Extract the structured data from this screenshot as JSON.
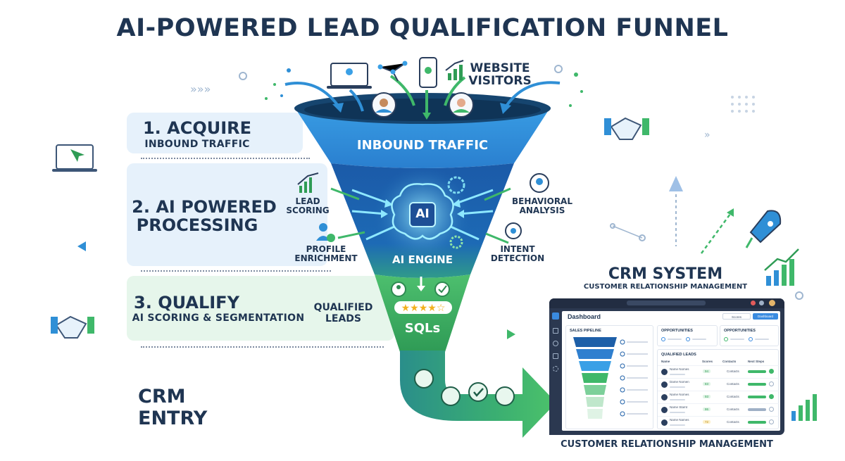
{
  "title": "AI-POWERED LEAD QUALIFICATION FUNNEL",
  "stages": [
    {
      "label": "1. ACQUIRE",
      "sub": "INBOUND TRAFFIC"
    },
    {
      "label": "2. AI POWERED",
      "label2": "PROCESSING"
    },
    {
      "label": "3. QUALIFY",
      "sub": "AI SCORING & SEGMENTATION"
    },
    {
      "label": "CRM ENTRY"
    }
  ],
  "website_visitors": [
    "WEBSITE",
    "VISITORS"
  ],
  "funnel": {
    "inbound": "INBOUND TRAFFIC",
    "ai_chip": "AI",
    "ai_engine": "AI ENGINE",
    "sqls": "SQLs",
    "qualified_leads": [
      "QUALIFIED",
      "LEADS"
    ]
  },
  "factors": {
    "lead_scoring": [
      "LEAD",
      "SCORING"
    ],
    "profile_enrichment": [
      "PROFILE",
      "ENRICHMENT"
    ],
    "behavioral_analysis": [
      "BEHAVIORAL",
      "ANALYSIS"
    ],
    "intent_detection": [
      "INTENT",
      "DETECTION"
    ]
  },
  "crm": {
    "title": "CRM SYSTEM",
    "subtitle": "CUSTOMER RELATIONSHIP MANAGEMENT",
    "caption": "CUSTOMER RELATIONSHIP MANAGEMENT"
  },
  "dashboard": {
    "title": "Dashboard",
    "scores_btn": "Scores",
    "dashboard_btn": "Dashboard",
    "sales_pipeline": "SALES PIPELINE",
    "opportunities_1": "OPPORTUNITIES",
    "opportunities_2": "OPPORTUNITIES",
    "qualified_leads": "QUALIFIED LEADS",
    "columns": [
      "Name",
      "Scores",
      "Contacts",
      "Next Steps"
    ],
    "rows": [
      {
        "name": "Name Nomes",
        "score": "94",
        "contact": "Contacts"
      },
      {
        "name": "Dame Nomen",
        "score": "83",
        "contact": "Contacts"
      },
      {
        "name": "Name Nomes",
        "score": "93",
        "contact": "Contacts"
      },
      {
        "name": "Name Stamt",
        "score": "86",
        "contact": "Contacts"
      },
      {
        "name": "Name Names",
        "score": "72",
        "contact": "Contacts"
      }
    ]
  },
  "colors": {
    "navy": "#1f3552",
    "funnel_top": "#2f8fd6",
    "funnel_mid": "#1d5fa8",
    "funnel_green": "#3fb86a",
    "accent_green": "#2f9c55",
    "panel_blue": "#e8f2fb",
    "panel_green": "#e8f6ec"
  }
}
